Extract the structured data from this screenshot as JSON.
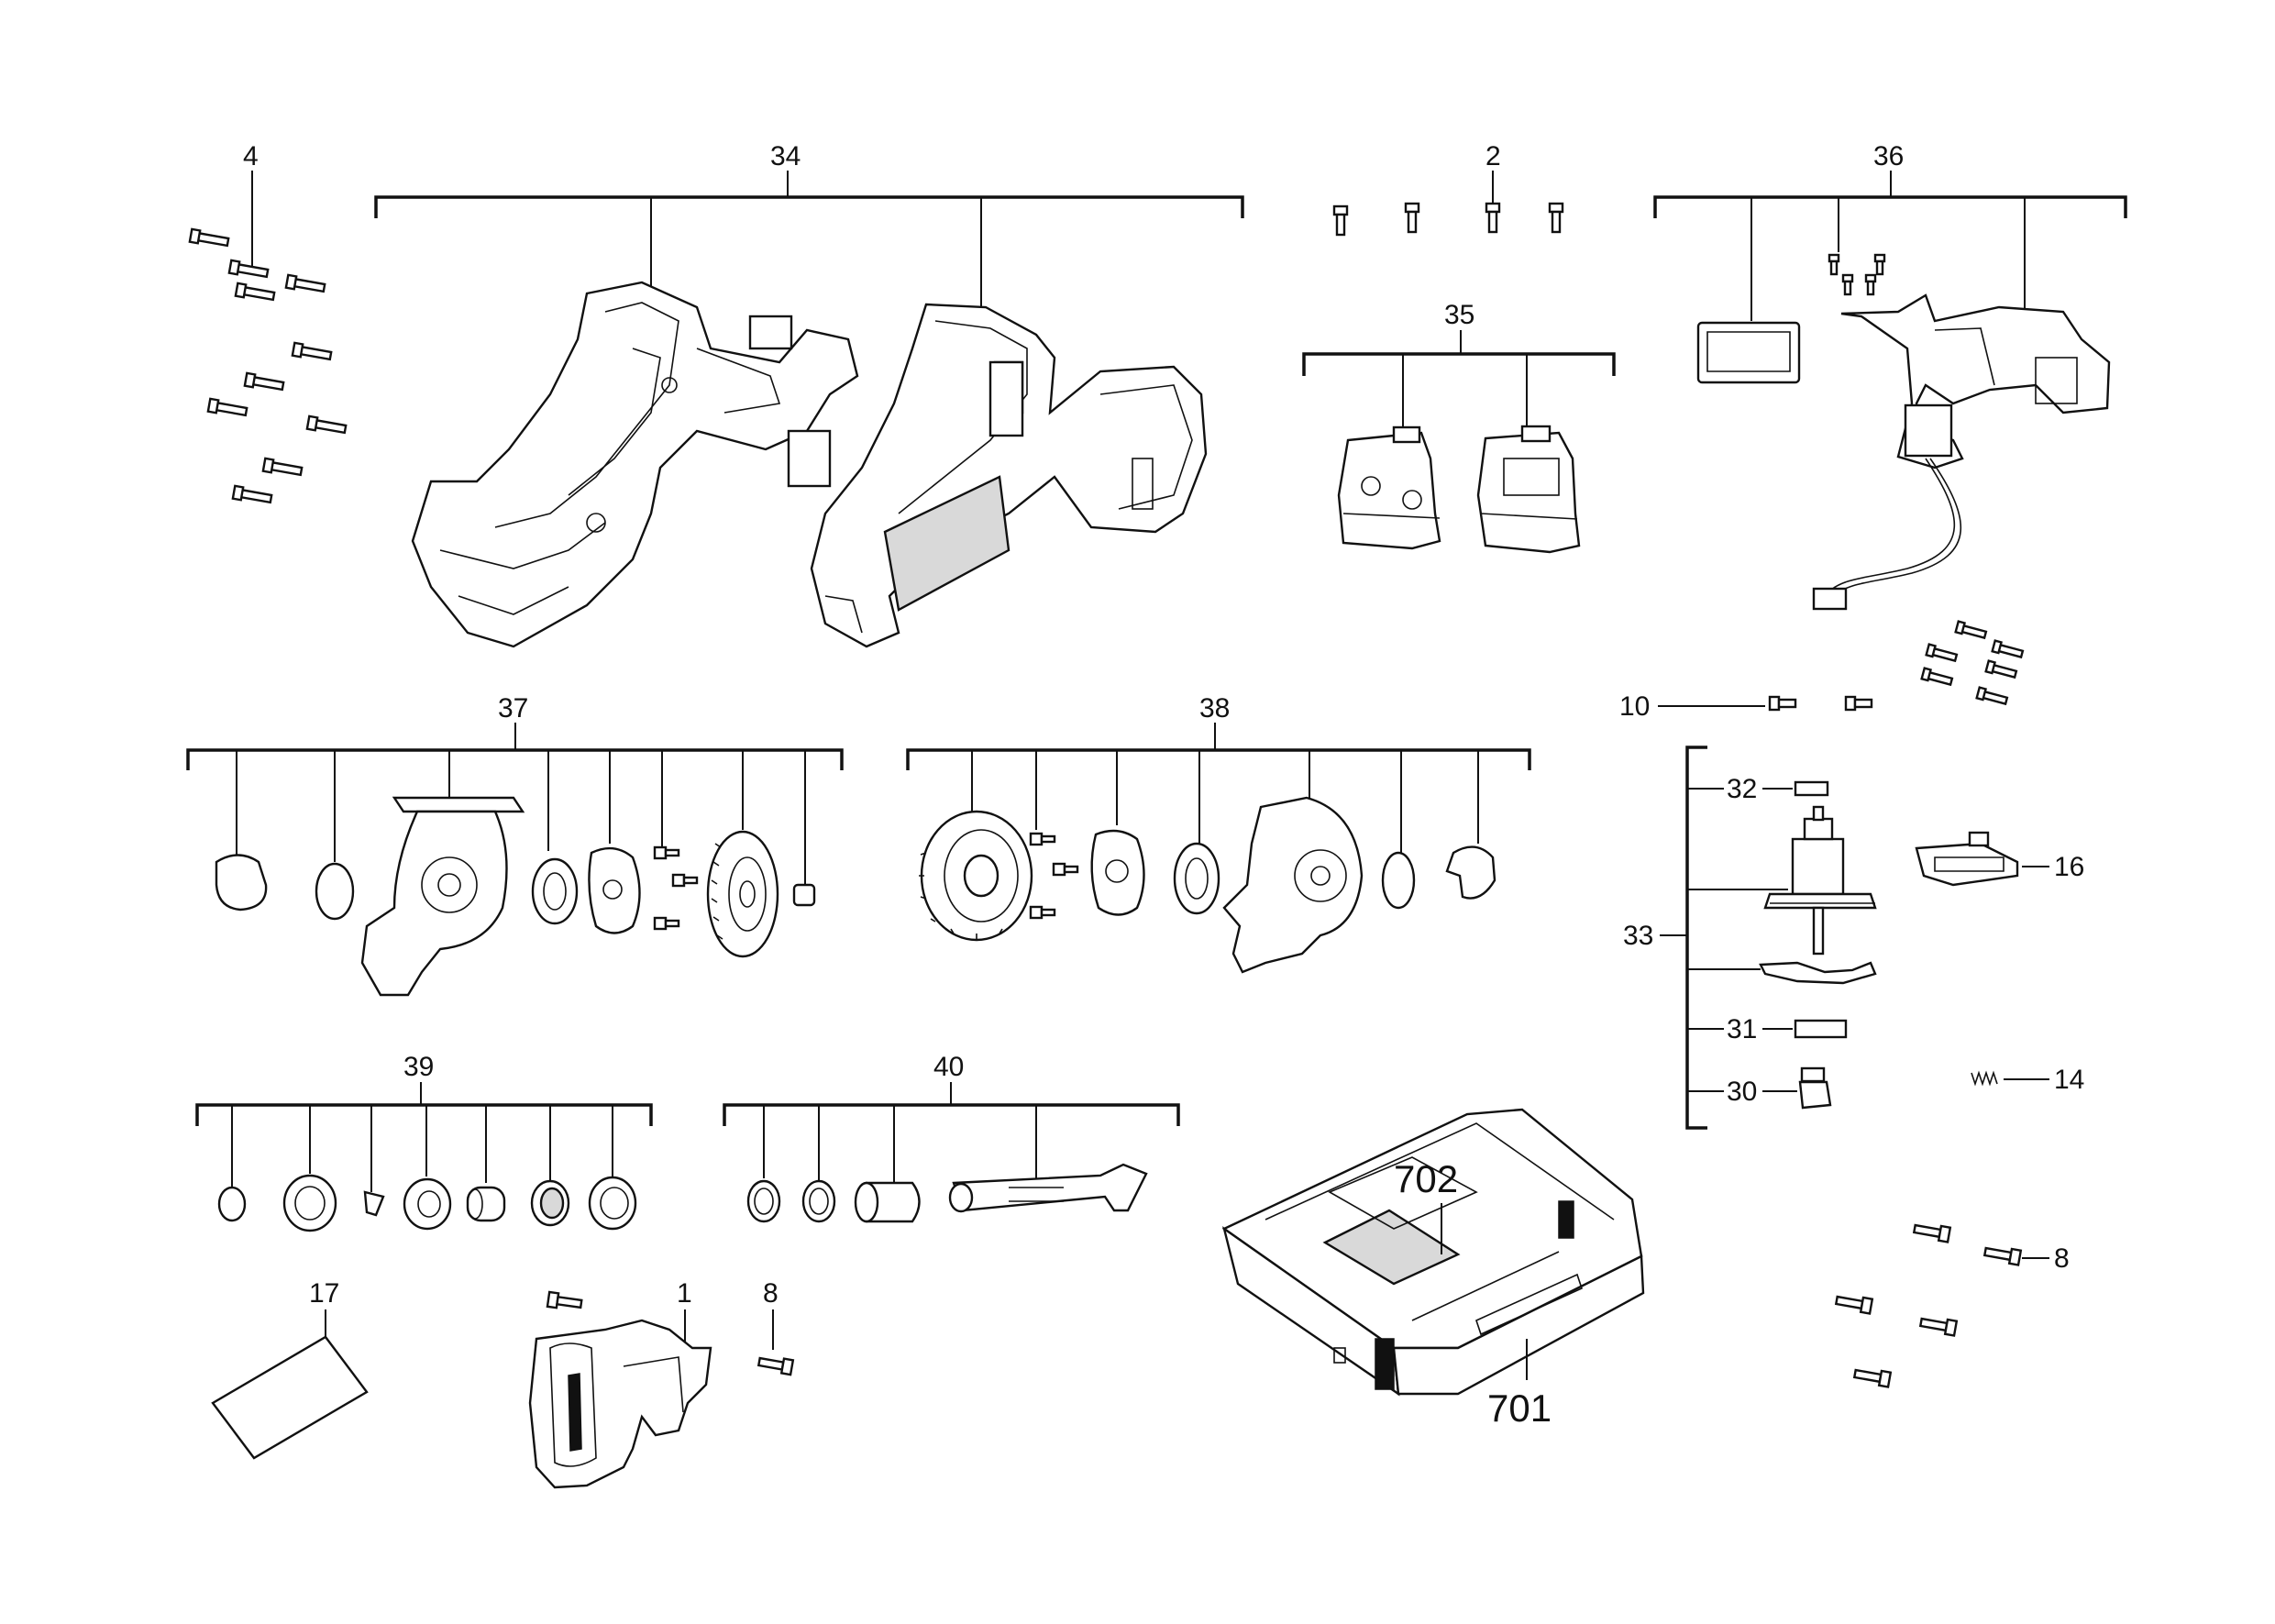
{
  "labels": {
    "p1": "1",
    "p2": "2",
    "p4": "4",
    "p8a": "8",
    "p8b": "8",
    "p10": "10",
    "p14": "14",
    "p16": "16",
    "p17": "17",
    "p30": "30",
    "p31": "31",
    "p32": "32",
    "p33": "33",
    "p34": "34",
    "p35": "35",
    "p36": "36",
    "p37": "37",
    "p38": "38",
    "p39": "39",
    "p40": "40",
    "p701": "701",
    "p702": "702"
  }
}
